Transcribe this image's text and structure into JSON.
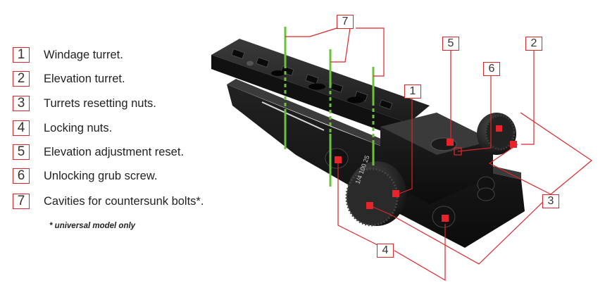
{
  "legend": {
    "items": [
      {
        "num": "1",
        "label": "Windage turret."
      },
      {
        "num": "2",
        "label": "Elevation turret."
      },
      {
        "num": "3",
        "label": "Turrets resetting nuts."
      },
      {
        "num": "4",
        "label": "Locking nuts."
      },
      {
        "num": "5",
        "label": "Elevation adjustment reset."
      },
      {
        "num": "6",
        "label": "Unlocking grub screw."
      },
      {
        "num": "7",
        "label": "Cavities for countersunk bolts*."
      }
    ],
    "footnote": "* universal model only"
  },
  "callouts": [
    "7",
    "5",
    "2",
    "6",
    "1",
    "3",
    "4"
  ],
  "dial_text": "1/4 100 25",
  "colors": {
    "accent": "#d9262b",
    "marker": "#e8232a",
    "guide": "#6cc13a",
    "metal": "#1c1c1c"
  }
}
